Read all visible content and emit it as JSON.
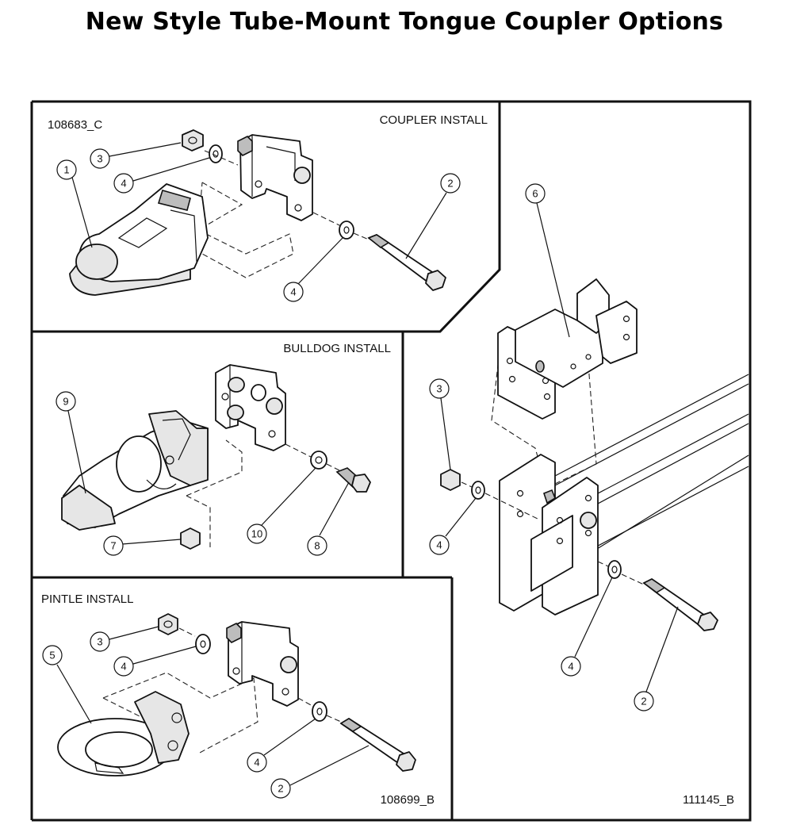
{
  "title": "New Style Tube-Mount Tongue Coupler Options",
  "panels": {
    "coupler": {
      "heading": "COUPLER INSTALL",
      "part_number": "108683_C",
      "callouts": [
        "1",
        "3",
        "4",
        "2",
        "4"
      ]
    },
    "bulldog": {
      "heading": "BULLDOG INSTALL",
      "callouts": [
        "9",
        "7",
        "10",
        "8"
      ]
    },
    "pintle": {
      "heading": "PINTLE INSTALL",
      "part_number": "108699_B",
      "callouts": [
        "3",
        "5",
        "4",
        "4",
        "2"
      ]
    },
    "tube": {
      "part_number": "111145_B",
      "callouts": [
        "6",
        "3",
        "4",
        "4",
        "2"
      ]
    }
  }
}
